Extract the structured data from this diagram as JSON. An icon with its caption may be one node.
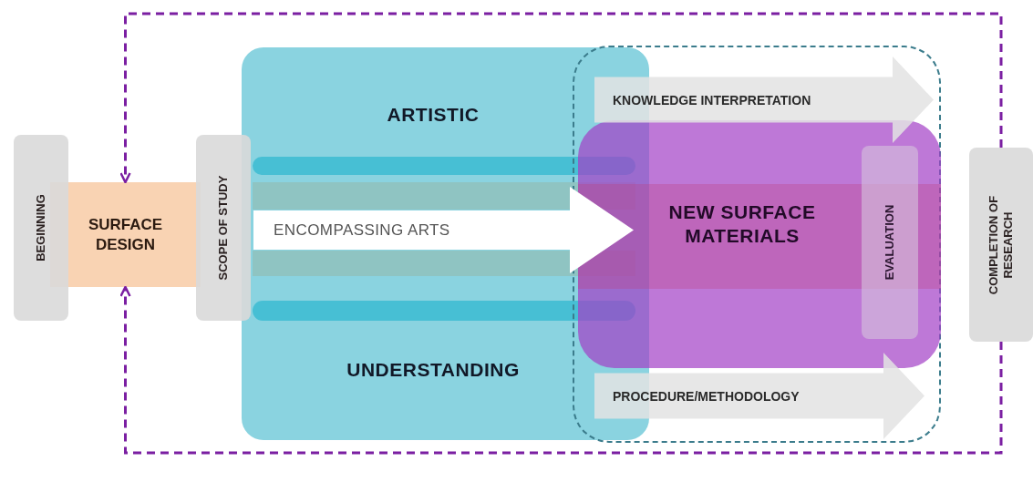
{
  "diagram": {
    "nodes": [
      {
        "text": [
          "BEGINNING"
        ]
      },
      {
        "text": [
          "SURFACE DESIGN"
        ]
      },
      {
        "text": [
          "SCOPE OF STUDY"
        ]
      },
      {
        "text": [
          "ARTISTIC",
          "UNDERSTANDING"
        ]
      },
      {
        "text": [
          "ENCOMPASSING ARTS"
        ],
        "in": 3
      },
      {
        "text": [],
        "shape": "box"
      },
      {
        "text": [
          "KNOWLEDGE INTERPRETATION"
        ],
        "in": 5
      },
      {
        "text": [
          "NEW SURFACE MATERIALS"
        ],
        "in": 5
      },
      {
        "text": [
          "EVALUATION"
        ],
        "in": 7
      },
      {
        "text": [
          "PROCEDURE/METHODOLOGY"
        ],
        "in": 5
      },
      {
        "text": [
          "COMPLETION OF RESEARCH"
        ]
      }
    ],
    "edges": [
      {
        "from": 10,
        "to": 1,
        "arrow": "to",
        "style": "dashed",
        "color": "#7b1fa2"
      },
      {
        "from": 10,
        "to": 1,
        "arrow": "to",
        "style": "dashed",
        "color": "#7b1fa2"
      }
    ]
  }
}
